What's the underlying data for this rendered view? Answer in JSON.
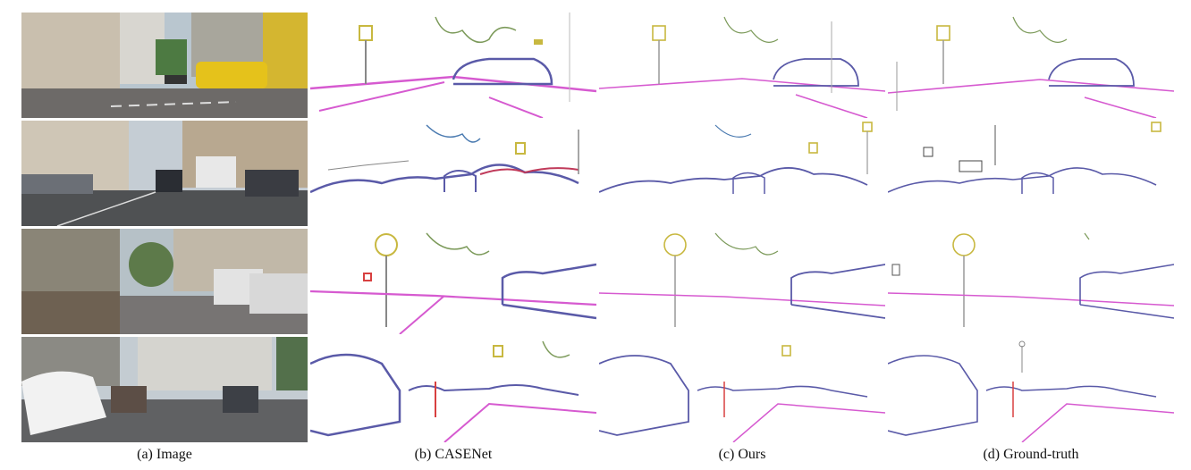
{
  "figure": {
    "columns": [
      {
        "label": "(a) Image",
        "kind": "photo"
      },
      {
        "label": "(b) CASENet",
        "kind": "edge-prediction"
      },
      {
        "label": "(c) Ours",
        "kind": "edge-prediction"
      },
      {
        "label": "(d) Ground-truth",
        "kind": "edge-ground-truth"
      }
    ],
    "rows": [
      {
        "scene": "street with buildings and yellow car"
      },
      {
        "scene": "city street with parked cars"
      },
      {
        "scene": "street with trees and parked vans"
      },
      {
        "scene": "road with white car and office building"
      }
    ],
    "colors": {
      "road_edge": "#d65ad0",
      "car_edge": "#5a5aa8",
      "vegetation_edge": "#7c9a5a",
      "sign_edge": "#c8b840",
      "building_edge": "#4a7ab0",
      "person_edge": "#d84040"
    }
  }
}
